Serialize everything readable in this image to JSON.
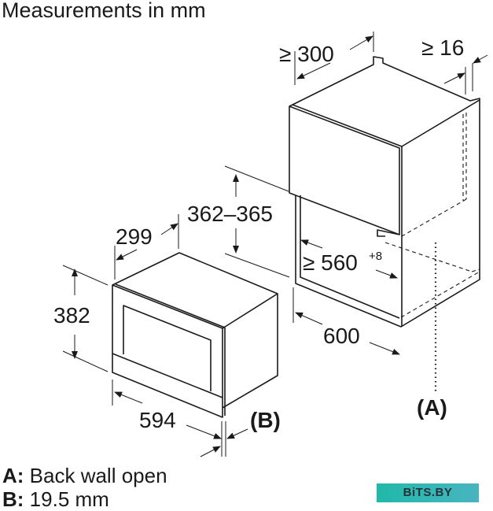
{
  "title": "Measurements in mm",
  "dimensions": {
    "cabinet_depth": "≥ 300",
    "gap": "≥ 16",
    "niche_height": "362–365",
    "niche_width": "≥ 560",
    "niche_width_tolerance": "+8",
    "cabinet_width": "600",
    "appliance_depth": "299",
    "appliance_height": "382",
    "appliance_width": "594",
    "label_a": "(A)",
    "label_b": "(B)"
  },
  "legend": [
    {
      "key": "A:",
      "text": "Back wall open"
    },
    {
      "key": "B:",
      "text": "19.5 mm"
    }
  ],
  "watermark": "BiTS.BY"
}
